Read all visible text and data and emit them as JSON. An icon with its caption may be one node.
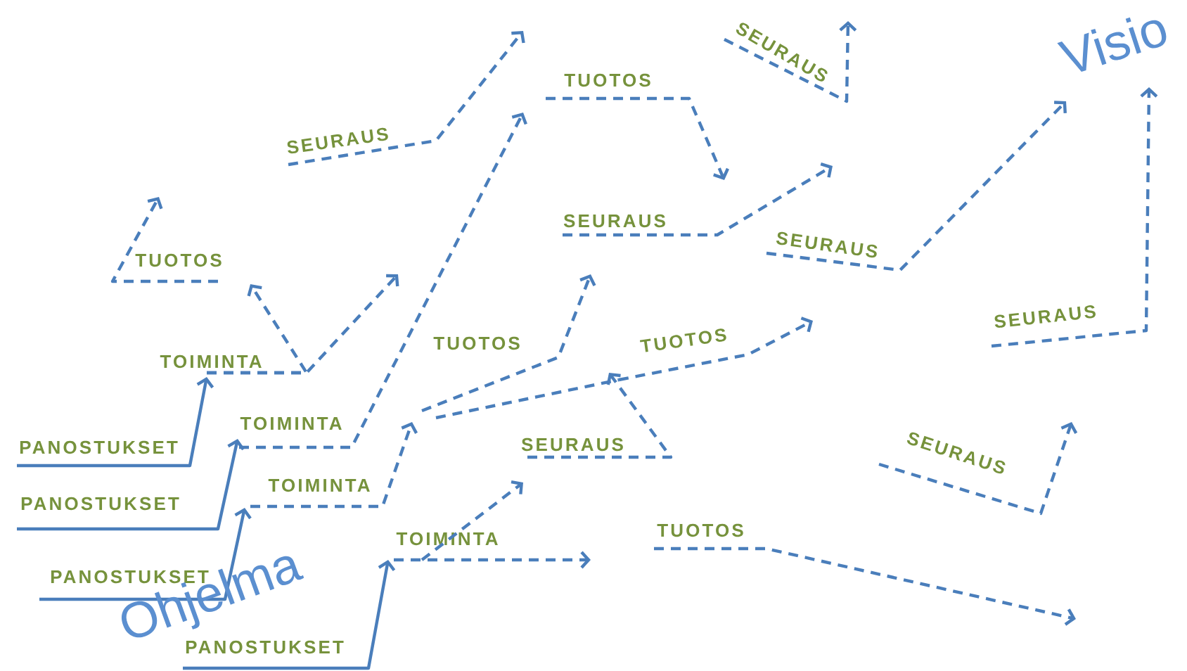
{
  "diagram": {
    "nodes": [
      {
        "text": [
          "PANOSTUKSET"
        ]
      },
      {
        "text": [
          "PANOSTUKSET"
        ]
      },
      {
        "text": [
          "PANOSTUKSET"
        ]
      },
      {
        "text": [
          "PANOSTUKSET"
        ]
      },
      {
        "text": [
          "TOIMINTA"
        ]
      },
      {
        "text": [
          "TOIMINTA"
        ]
      },
      {
        "text": [
          "TOIMINTA"
        ]
      },
      {
        "text": [
          "TOIMINTA"
        ]
      },
      {
        "text": [
          "TUOTOS"
        ]
      },
      {
        "text": [
          "TUOTOS"
        ]
      },
      {
        "text": [
          "TUOTOS"
        ]
      },
      {
        "text": [
          "TUOTOS"
        ]
      },
      {
        "text": [
          "TUOTOS"
        ]
      },
      {
        "text": [
          "SEURAUS"
        ]
      },
      {
        "text": [
          "SEURAUS"
        ]
      },
      {
        "text": [
          "SEURAUS"
        ]
      },
      {
        "text": [
          "SEURAUS"
        ]
      },
      {
        "text": [
          "SEURAUS"
        ]
      },
      {
        "text": [
          "SEURAUS"
        ]
      },
      {
        "text": [
          "SEURAUS"
        ]
      },
      {
        "text": [
          "Visio"
        ]
      }
    ],
    "edges": [
      {
        "from": 0,
        "to": 4,
        "arrow": "to"
      },
      {
        "from": 1,
        "to": 5,
        "arrow": "to"
      },
      {
        "from": 2,
        "to": 6,
        "arrow": "to"
      },
      {
        "from": 3,
        "to": 7,
        "arrow": "to"
      },
      {
        "from": 4,
        "to": 8,
        "arrow": "to",
        "style": "dashed"
      },
      {
        "from": 4,
        "to": null,
        "arrow": "to",
        "style": "dashed"
      },
      {
        "from": 5,
        "to": 9,
        "arrow": "to",
        "style": "dashed"
      },
      {
        "from": 6,
        "to": null,
        "arrow": "to",
        "style": "dashed"
      },
      {
        "from": 10,
        "to": null,
        "arrow": "to",
        "style": "dashed"
      },
      {
        "from": 11,
        "to": null,
        "arrow": "to",
        "style": "dashed"
      },
      {
        "from": 18,
        "to": 11,
        "arrow": "to",
        "style": "dashed"
      },
      {
        "from": 7,
        "to": 18,
        "arrow": "to",
        "style": "dashed"
      },
      {
        "from": 7,
        "to": 12,
        "arrow": "to",
        "style": "dashed"
      },
      {
        "from": 12,
        "to": null,
        "arrow": "to",
        "style": "dashed"
      },
      {
        "from": 8,
        "to": null,
        "arrow": "to",
        "style": "dashed"
      },
      {
        "from": 13,
        "to": null,
        "arrow": "to",
        "style": "dashed"
      },
      {
        "from": 9,
        "to": null,
        "arrow": "to",
        "style": "dashed"
      },
      {
        "from": 15,
        "to": null,
        "arrow": "to",
        "style": "dashed"
      },
      {
        "from": 14,
        "to": null,
        "arrow": "to",
        "style": "dashed"
      },
      {
        "from": 16,
        "to": 20,
        "arrow": "to",
        "style": "dashed"
      },
      {
        "from": 17,
        "to": 20,
        "arrow": "to",
        "style": "dashed"
      },
      {
        "from": 19,
        "to": null,
        "arrow": "to",
        "style": "dashed"
      }
    ],
    "labels": [
      "Ohjelma"
    ]
  }
}
